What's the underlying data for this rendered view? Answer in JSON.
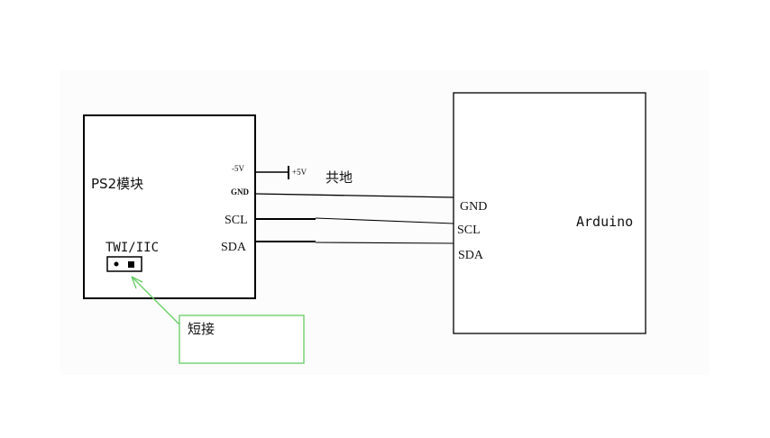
{
  "ps2_module": {
    "title": "PS2模块",
    "pins": {
      "v5": "-5V",
      "gnd": "GND",
      "scl": "SCL",
      "sda": "SDA"
    },
    "jumper_label": "TWI/IIC"
  },
  "power": {
    "label": "+5V",
    "common_ground_label": "共地"
  },
  "arduino": {
    "title": "Arduino",
    "pins": {
      "gnd": "GND",
      "scl": "SCL",
      "sda": "SDA"
    }
  },
  "callout": {
    "label": "短接"
  },
  "colors": {
    "line": "#000000",
    "callout": "#66cc66",
    "background": "#fcfcfc"
  }
}
